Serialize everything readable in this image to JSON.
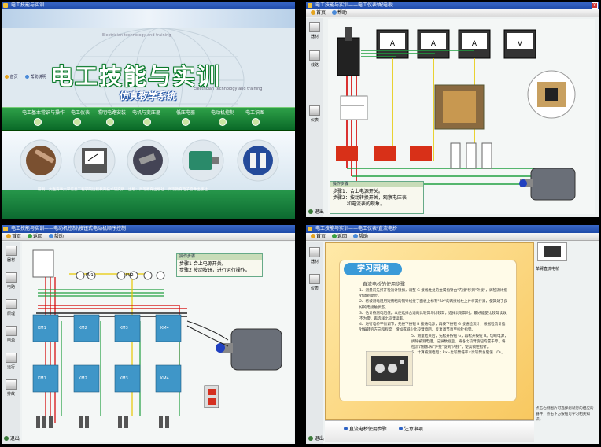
{
  "colors": {
    "accent": "#2d62c4",
    "brand_green": "#1a9b3a",
    "wire_red": "#d40000",
    "wire_green": "#20a040",
    "wire_yellow": "#e6c800"
  },
  "p1": {
    "window_title": "电工技能与实训",
    "title": "电工技能与实训",
    "subtitle": "仿真教学系统",
    "en_subtitle": "Electrician technology and training",
    "top_links": [
      "首页",
      "帮助说明"
    ],
    "menu": [
      "电工基本常识与操作",
      "电工仪表",
      "照明电路安装",
      "电机与变压器",
      "低压电器",
      "电动机控制",
      "电工识图"
    ],
    "footer": "研制：大连海事大学信息工程学院远程教育技术研究所　出版：高等教育出版社　高等教育电子音像出版社"
  },
  "p2": {
    "window_title": "电工技能与实训——电工仪表\\配电板",
    "nav": [
      "首页",
      "帮助"
    ],
    "tools": [
      "器材",
      "线路",
      "仪表"
    ],
    "step_header": "操作步骤",
    "steps": [
      "步骤1：合上电源开关。",
      "步骤2：按动转换开关，观察电压表",
      "和电流表的现象。"
    ],
    "back": "退出"
  },
  "p3": {
    "window_title": "电工技能与实训——电动机控制\\按钮式电动机顺序控制",
    "nav": [
      "首页",
      "返回",
      "帮助"
    ],
    "tools": [
      "器材",
      "电路",
      "原理",
      "电源",
      "运行",
      "排故"
    ],
    "step_header": "操作步骤",
    "steps": [
      "步骤1  合上电源开关。",
      "步骤2  按动按钮，进行运行操作。"
    ],
    "contactor_labels": [
      "KM1",
      "KM2",
      "KM3",
      "KM4",
      "KM1",
      "KM2",
      "KM3",
      "KM4"
    ],
    "fuse_labels": [
      "FU1",
      "FU2"
    ],
    "back": "退出"
  },
  "p4": {
    "window_title": "电工技能与实训——电工仪表\\直流电桥",
    "nav": [
      "首页",
      "返回",
      "帮助"
    ],
    "tools": [
      "器材",
      "仪表"
    ],
    "section_title": "学习园地",
    "heading": "直流电桥的使用步骤",
    "paras": [
      "1、测量前先打开检流计锁扣，调整 G 接线柱处的金属指针由\"内接\"移到\"外接\"，调检流计指针调到零位。",
      "2、将被测电阻用短而粗的铜导线接于面板上标有\"RX\"的两接线柱上并将其拧紧，使其处于良好的电接触状态。",
      "3、估计待测电阻值，以便选择合适的比较臂与比较臂，选择比较臂时，最好能使比较臂读数不为零，再选择比较臂读率。",
      "4、进行电桥平衡调节，先按下按钮 B 接通电源，再按下按钮 G 接通检流计，根据检流计指针偏转的方向和程度，增加或减少比较臂电阻。反复调节直至指针指零。",
      "5、测量结束后，先松开按钮 G，再松开按钮 B。切断电源，拆除被测电阻。记录数据后，将各比较臂旋钮均置于零，将检流计锁扣从\"外接\"旋到\"内接\"，使其锁住指针。",
      "6、计算被测电阻：Rx=比较臂倍率×比较臂总阻值（Ω）。"
    ],
    "device_label": "单臂直流电桥",
    "right_note": "点击右侧图片可选择您就行的相应的器件，点击下方按钮可学习相关知识。",
    "bottom_buttons": [
      "直流电桥使用步骤",
      "注意事项"
    ],
    "back": "退出"
  }
}
